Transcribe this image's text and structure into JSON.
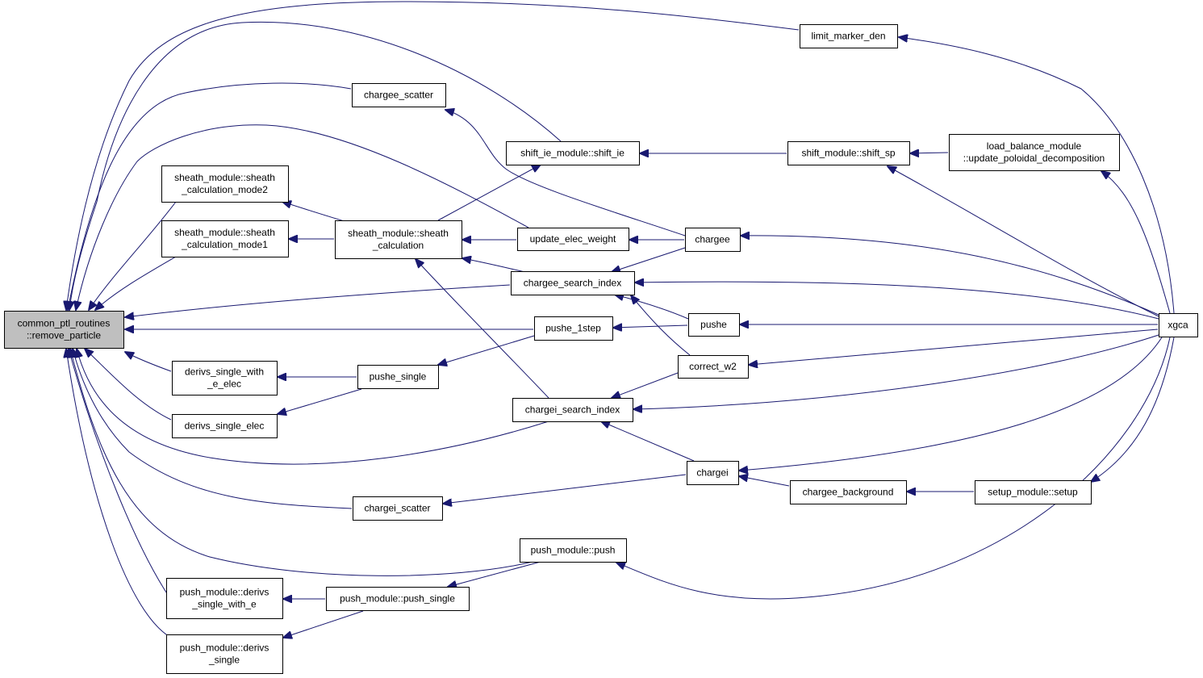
{
  "graph": {
    "edge_color": "#191970",
    "root_fill": "#bfbfbf",
    "node_fill": "#ffffff",
    "nodes": [
      {
        "id": "root",
        "lines": [
          "common_ptl_routines",
          "::remove_particle"
        ]
      },
      {
        "id": "limit_marker_den",
        "lines": [
          "limit_marker_den"
        ]
      },
      {
        "id": "chargee_scatter",
        "lines": [
          "chargee_scatter"
        ]
      },
      {
        "id": "shift_ie",
        "lines": [
          "shift_ie_module::shift_ie"
        ]
      },
      {
        "id": "shift_sp",
        "lines": [
          "shift_module::shift_sp"
        ]
      },
      {
        "id": "load_balance",
        "lines": [
          "load_balance_module",
          "::update_poloidal_decomposition"
        ]
      },
      {
        "id": "sheath_mode2",
        "lines": [
          "sheath_module::sheath",
          "_calculation_mode2"
        ]
      },
      {
        "id": "sheath_mode1",
        "lines": [
          "sheath_module::sheath",
          "_calculation_mode1"
        ]
      },
      {
        "id": "sheath_calc",
        "lines": [
          "sheath_module::sheath",
          "_calculation"
        ]
      },
      {
        "id": "update_elec_weight",
        "lines": [
          "update_elec_weight"
        ]
      },
      {
        "id": "chargee",
        "lines": [
          "chargee"
        ]
      },
      {
        "id": "chargee_search_index",
        "lines": [
          "chargee_search_index"
        ]
      },
      {
        "id": "pushe_1step",
        "lines": [
          "pushe_1step"
        ]
      },
      {
        "id": "pushe",
        "lines": [
          "pushe"
        ]
      },
      {
        "id": "xgca",
        "lines": [
          "xgca"
        ]
      },
      {
        "id": "derivs_with_e_elec",
        "lines": [
          "derivs_single_with",
          "_e_elec"
        ]
      },
      {
        "id": "pushe_single",
        "lines": [
          "pushe_single"
        ]
      },
      {
        "id": "correct_w2",
        "lines": [
          "correct_w2"
        ]
      },
      {
        "id": "derivs_single_elec",
        "lines": [
          "derivs_single_elec"
        ]
      },
      {
        "id": "chargei_search_index",
        "lines": [
          "chargei_search_index"
        ]
      },
      {
        "id": "chargei",
        "lines": [
          "chargei"
        ]
      },
      {
        "id": "chargee_background",
        "lines": [
          "chargee_background"
        ]
      },
      {
        "id": "setup",
        "lines": [
          "setup_module::setup"
        ]
      },
      {
        "id": "chargei_scatter",
        "lines": [
          "chargei_scatter"
        ]
      },
      {
        "id": "push",
        "lines": [
          "push_module::push"
        ]
      },
      {
        "id": "pm_derivs_with_e",
        "lines": [
          "push_module::derivs",
          "_single_with_e"
        ]
      },
      {
        "id": "push_single",
        "lines": [
          "push_module::push_single"
        ]
      },
      {
        "id": "pm_derivs_single",
        "lines": [
          "push_module::derivs",
          "_single"
        ]
      }
    ],
    "edges": [
      {
        "from": "limit_marker_den",
        "to": "root"
      },
      {
        "from": "chargee_scatter",
        "to": "root"
      },
      {
        "from": "shift_ie",
        "to": "root"
      },
      {
        "from": "sheath_mode2",
        "to": "root"
      },
      {
        "from": "sheath_mode1",
        "to": "root"
      },
      {
        "from": "update_elec_weight",
        "to": "root"
      },
      {
        "from": "chargee_search_index",
        "to": "root"
      },
      {
        "from": "pushe_1step",
        "to": "root"
      },
      {
        "from": "derivs_with_e_elec",
        "to": "root"
      },
      {
        "from": "derivs_single_elec",
        "to": "root"
      },
      {
        "from": "chargei_search_index",
        "to": "root"
      },
      {
        "from": "chargei_scatter",
        "to": "root"
      },
      {
        "from": "push",
        "to": "root"
      },
      {
        "from": "pm_derivs_with_e",
        "to": "root"
      },
      {
        "from": "pm_derivs_single",
        "to": "root"
      },
      {
        "from": "xgca",
        "to": "limit_marker_den"
      },
      {
        "from": "chargee",
        "to": "chargee_scatter"
      },
      {
        "from": "shift_sp",
        "to": "shift_ie"
      },
      {
        "from": "sheath_calc",
        "to": "shift_ie"
      },
      {
        "from": "load_balance",
        "to": "shift_sp"
      },
      {
        "from": "xgca",
        "to": "shift_sp"
      },
      {
        "from": "xgca",
        "to": "load_balance"
      },
      {
        "from": "sheath_calc",
        "to": "sheath_mode2"
      },
      {
        "from": "sheath_calc",
        "to": "sheath_mode1"
      },
      {
        "from": "update_elec_weight",
        "to": "sheath_calc"
      },
      {
        "from": "chargee_search_index",
        "to": "sheath_calc"
      },
      {
        "from": "chargei_search_index",
        "to": "sheath_calc"
      },
      {
        "from": "chargee",
        "to": "update_elec_weight"
      },
      {
        "from": "xgca",
        "to": "chargee"
      },
      {
        "from": "chargee",
        "to": "chargee_search_index"
      },
      {
        "from": "pushe",
        "to": "chargee_search_index"
      },
      {
        "from": "correct_w2",
        "to": "chargee_search_index"
      },
      {
        "from": "xgca",
        "to": "chargee_search_index"
      },
      {
        "from": "pushe",
        "to": "pushe_1step"
      },
      {
        "from": "xgca",
        "to": "pushe"
      },
      {
        "from": "pushe_single",
        "to": "derivs_with_e_elec"
      },
      {
        "from": "pushe_single",
        "to": "derivs_single_elec"
      },
      {
        "from": "pushe_1step",
        "to": "pushe_single"
      },
      {
        "from": "xgca",
        "to": "correct_w2"
      },
      {
        "from": "correct_w2",
        "to": "chargei_search_index"
      },
      {
        "from": "chargei",
        "to": "chargei_search_index"
      },
      {
        "from": "xgca",
        "to": "chargei_search_index"
      },
      {
        "from": "xgca",
        "to": "chargei"
      },
      {
        "from": "chargee_background",
        "to": "chargei"
      },
      {
        "from": "setup",
        "to": "chargee_background"
      },
      {
        "from": "xgca",
        "to": "setup"
      },
      {
        "from": "chargei",
        "to": "chargei_scatter"
      },
      {
        "from": "xgca",
        "to": "push"
      },
      {
        "from": "push",
        "to": "push_single"
      },
      {
        "from": "push_single",
        "to": "pm_derivs_with_e"
      },
      {
        "from": "push_single",
        "to": "pm_derivs_single"
      }
    ]
  }
}
